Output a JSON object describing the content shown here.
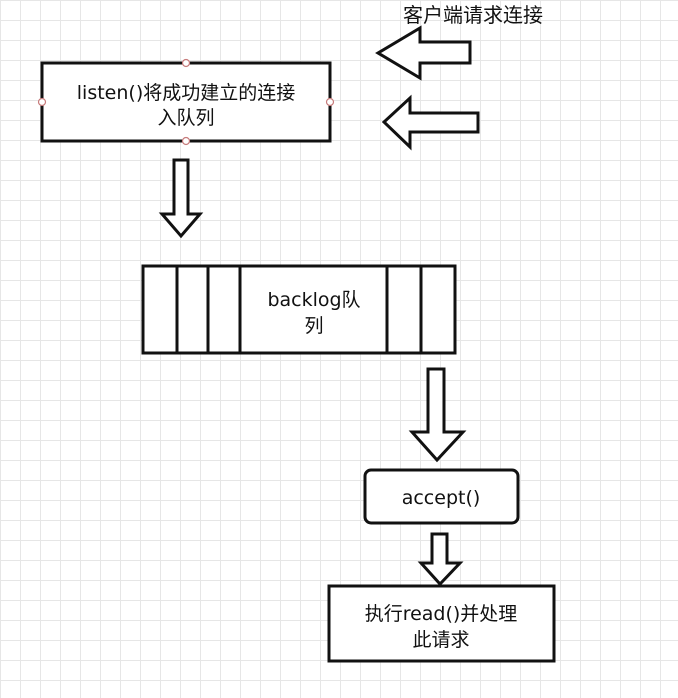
{
  "client_label": "客户端请求连接",
  "listen_box": {
    "line1": "listen()将成功建立的连接",
    "line2": "入队列"
  },
  "backlog_box": {
    "line1": "backlog队",
    "line2": "列"
  },
  "accept_box": {
    "label": "accept()"
  },
  "read_box": {
    "line1": "执行read()并处理",
    "line2": "此请求"
  },
  "colors": {
    "stroke": "#111111",
    "grid": "#e6e6e6",
    "handle": "#c77b7b"
  }
}
